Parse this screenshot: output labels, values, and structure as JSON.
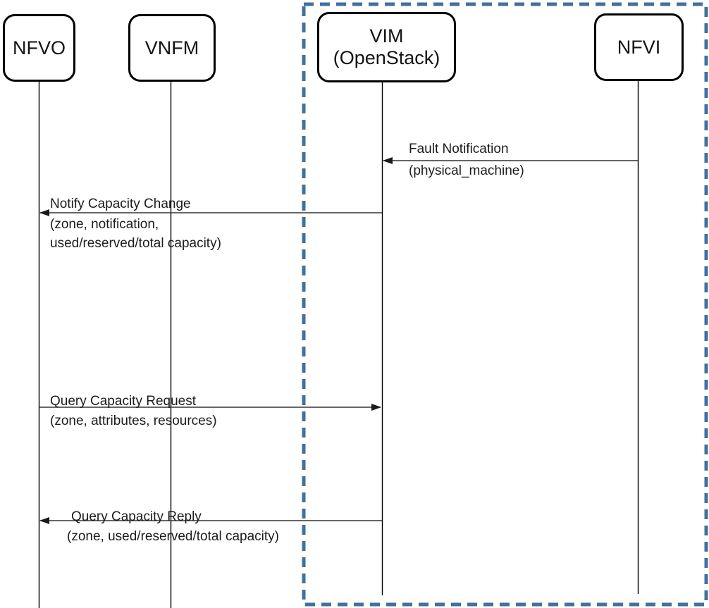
{
  "diagram": {
    "type": "sequence-diagram",
    "actors": [
      {
        "id": "nfvo",
        "label": "NFVO"
      },
      {
        "id": "vnfm",
        "label": "VNFM"
      },
      {
        "id": "vim",
        "label": "VIM\n(OpenStack)"
      },
      {
        "id": "nfvi",
        "label": "NFVI"
      }
    ],
    "boundary": {
      "encloses": [
        "vim",
        "nfvi"
      ],
      "color": "#41719C",
      "style": "dashed"
    },
    "messages": [
      {
        "id": "fault-notification",
        "from": "nfvi",
        "to": "vim",
        "text_above": "Fault Notification",
        "text_below": "(physical_machine)"
      },
      {
        "id": "notify-capacity-change",
        "from": "vim",
        "to": "nfvo",
        "text_above": "Notify Capacity Change",
        "text_below": "(zone, notification,\nused/reserved/total capacity)"
      },
      {
        "id": "query-capacity-request",
        "from": "nfvo",
        "to": "vim",
        "text_above": "Query Capacity Request",
        "text_below": "(zone, attributes, resources)"
      },
      {
        "id": "query-capacity-reply",
        "from": "vim",
        "to": "nfvo",
        "text_above": "Query Capacity Reply",
        "text_below": "(zone, used/reserved/total capacity)"
      }
    ],
    "colors": {
      "boundary_dash": "#41719C",
      "line": "#1a1a1a",
      "box_border": "#000000",
      "background": "#ffffff"
    }
  }
}
